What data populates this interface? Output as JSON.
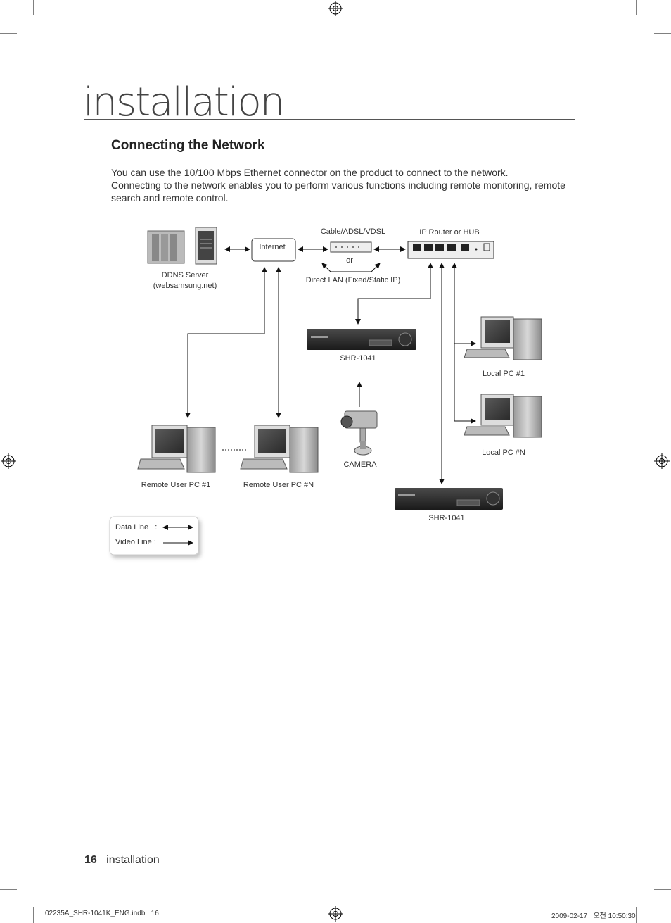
{
  "page": {
    "section_title": "installation",
    "subheading": "Connecting the Network",
    "paragraph_line1": "You can use the 10/100 Mbps Ethernet connector on the product to connect to the network.",
    "paragraph_line2": "Connecting to the network enables you to perform various functions including remote monitoring, remote search and remote control."
  },
  "diagram": {
    "labels": {
      "ddns_server": "DDNS Server",
      "ddns_url": "(websamsung.net)",
      "internet": "Internet",
      "cable": "Cable/ADSL/VDSL",
      "or": "or",
      "direct_lan": "Direct LAN (Fixed/Static IP)",
      "router": "IP Router or HUB",
      "shr_top": "SHR-1041",
      "shr_bottom": "SHR-1041",
      "camera": "CAMERA",
      "local_pc_1": "Local PC #1",
      "local_pc_n": "Local PC #N",
      "remote_pc_1": "Remote User PC #1",
      "remote_pc_n": "Remote User PC #N"
    },
    "legend": {
      "data_line": "Data Line   :",
      "video_line": "Video Line :"
    }
  },
  "footer": {
    "page_number": "16",
    "page_suffix": "_ installation",
    "slug_file": "02235A_SHR-1041K_ENG.indb   16",
    "slug_date": "2009-02-17   오전 10:50:30"
  }
}
